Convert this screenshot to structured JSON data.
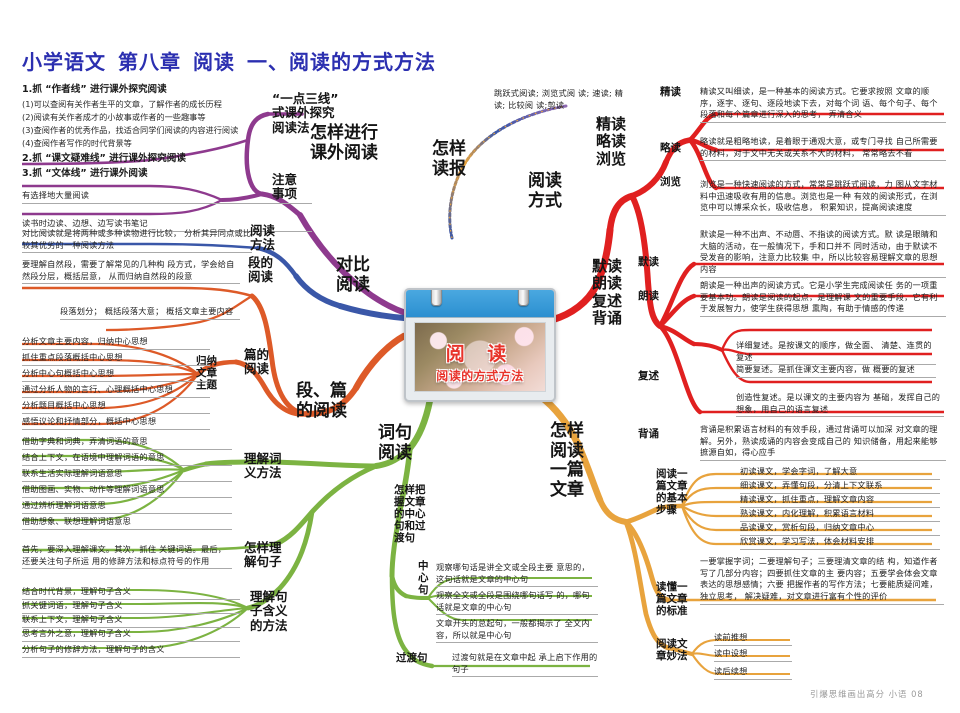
{
  "header": {
    "segments": [
      "小学语文",
      "第八章",
      "阅读",
      "一、阅读的方式方法"
    ],
    "color": "#2b2fb0"
  },
  "footer": {
    "text": "引爆思维画出高分   小语   08"
  },
  "center": {
    "title": "阅 读",
    "subtitle": "阅读的方式方法",
    "image_name": "cherry-blossom-calendar-card"
  },
  "palette": {
    "purple": "#8e3a8e",
    "blue": "#3a57a8",
    "orange_red": "#dd5a28",
    "green": "#7cb342",
    "red": "#e02020",
    "amber": "#e8a33d",
    "title_blue": "#2b2fb0",
    "gray": "#b0b0b0"
  },
  "outline": {
    "lines": [
      {
        "level": 1,
        "text": "1.抓 “作者线” 进行课外探究阅读"
      },
      {
        "level": 2,
        "text": "(1)可以查阅有关作者生平的文章，了解作者的成长历程"
      },
      {
        "level": 2,
        "text": "(2)阅读有关作者成才的小故事或作者的一些趣事等"
      },
      {
        "level": 2,
        "text": "(3)查阅作者的优秀作品，找适合同学们阅读的内容进行阅读"
      },
      {
        "level": 2,
        "text": "(4)查阅作者写作的时代背景等"
      },
      {
        "level": 1,
        "text": "2.抓 “课文疑难线” 进行课外探究阅读"
      },
      {
        "level": 1,
        "text": "3.抓 “文体线” 进行课外阅读"
      }
    ]
  },
  "branches": {
    "extracurricular": {
      "label": "怎样进行\n课外阅读",
      "color": "#8e3a8e",
      "children": [
        {
          "label": "“一点三线”\n式课外探究\n阅读法",
          "leaves": []
        },
        {
          "label": "注意\n事项",
          "leaves": [
            "有选择地大量阅读",
            "读书时边读、边想、边写读书笔记"
          ]
        }
      ]
    },
    "newspaper": {
      "label": "怎样\n读报",
      "color": "#4a5fa8",
      "leaves": [
        "跳跃式阅读; 浏览式阅\n读; 速读; 精读; 比较阅\n读;剪读"
      ]
    },
    "compare": {
      "label": "对比\n阅读",
      "color": "#3a57a8",
      "children": [
        {
          "label": "阅读\n方法",
          "leaves": [
            "对比阅读就是将两种或多种读物进行比较，\n分析其异同点或比较其优劣的一种阅读方法"
          ]
        }
      ]
    },
    "paragraph_essay": {
      "label": "段、篇\n的阅读",
      "color": "#dd5a28",
      "children": [
        {
          "label": "段的\n阅读",
          "leaves": [
            "要理解自然段，需要了解常见的几种构\n段方式，学会给自然段分层，概括层意，\n从而归纳自然段的段意",
            "段落划分；  概括段落大意；\n概括文章主要内容"
          ]
        },
        {
          "label": "篇的\n阅读",
          "children": [
            {
              "label": "归纳\n文章\n主题",
              "leaves": [
                "分析文章主要内容，归纳中心思想",
                "抓住重点段落概括中心思想",
                "分析中心句概括中心思想",
                "通过分析人物的言行、心理概括中心思想",
                "分析题目概括中心思想",
                "感悟议论和抒情部分，概括中心思想"
              ]
            }
          ]
        }
      ]
    },
    "word_sentence": {
      "label": "词句\n阅读",
      "color": "#7cb342",
      "children": [
        {
          "label": "理解词\n义方法",
          "leaves": [
            "借助字典和词典，弄清词语的意思",
            "结合上下文，在语境中理解词语的意思",
            "联系生活实际理解词语意思",
            "借助图画、实物、动作等理解词语意思",
            "通过辨析理解词语意思",
            "借助想象、联想理解词语意思"
          ]
        },
        {
          "label": "怎样理\n解句子",
          "leaves": [
            "首先，要深入理解课文。其次，抓住\n关键词语。最后，还要关注句子所运\n用的修辞方法和标点符号的作用"
          ]
        },
        {
          "label": "理解句\n子含义\n的方法",
          "leaves": [
            "结合时代背景，理解句子含义",
            "抓关键词语，理解句子含义",
            "联系上下文，理解句子含义",
            "思考言外之意，理解句子含义",
            "分析句子的修辞方法，理解句子的含义"
          ]
        },
        {
          "label": "怎样把\n握文章\n的中心\n句和过\n渡句",
          "children": [
            {
              "label": "中\n心\n句",
              "leaves": [
                "观察哪句话是讲全文或全段主要\n意思的，这句话就是文章的中心句",
                "观察全文或全段是围绕哪句话写\n的，哪句话就是文章的中心句",
                "文章开头的总起句，一般都揭示了\n全文内容，所以就是中心句"
              ]
            },
            {
              "label": "过渡句",
              "leaves": [
                "过渡句就是在文章中起\n承上启下作用的句子"
              ]
            }
          ]
        }
      ]
    },
    "reading_modes": {
      "label": "阅读\n方式",
      "color": "#e02020",
      "children": [
        {
          "label": "精读\n略读\n浏览",
          "children": [
            {
              "label": "精读",
              "leaves": [
                "精读又叫细读，是一种基本的阅读方式。它要求按照\n文章的顺序，逐字、逐句、逐段地读下去，对每个词\n语、每个句子、每个段落和每个篇章进行深入的思考，\n弄清含义"
              ]
            },
            {
              "label": "略读",
              "leaves": [
                "略读就是粗略地读，是着眼于通观大意，或专门寻找\n自己所需要的材料，对于文中无关或关系不大的材料，\n常常略去不看"
              ]
            },
            {
              "label": "浏览",
              "leaves": [
                "浏览是一种快速阅读的方式，常常是跳跃式阅读，力\n图从文字材料中迅速吸收有用的信息。浏览也是一种\n有效的阅读形式，在浏览中可以博采众长，吸收信息，\n积累知识，提高阅读速度"
              ]
            }
          ]
        },
        {
          "label": "默读\n朗读\n复述\n背诵",
          "children": [
            {
              "label": "默读",
              "leaves": [
                "默读是一种不出声、不动唇、不指读的阅读方式。默\n读是眼睛和大脑的活动，在一般情况下，手和口并不\n同时活动，由于默读不受发音的影响，注意力比较集\n中，所以比较容易理解文章的思想内容"
              ]
            },
            {
              "label": "朗读",
              "leaves": [
                "朗读是一种出声的阅读方式。它是小学生完成阅读任\n务的一项重要基本功。朗读是阅读的起点，是理解课\n文的重要手段，它有利于发展智力，使学生获得思想\n熏陶，有助于情感的传递"
              ]
            },
            {
              "label": "复述",
              "leaves": [
                "详细复述。是按课文的顺序，做全面、\n清楚、连贯的复述",
                "简要复述。是抓住课文主要内容，做\n概要的复述",
                "创造性复述。是以课文的主要内容为\n基础，发挥自己的想象，用自己的语言复述"
              ]
            },
            {
              "label": "背诵",
              "leaves": [
                "背诵是积累语言材料的有效手段，通过背诵可以加深\n对文章的理解。另外，熟读成诵的内容会变成自己的\n知识储备，用起来能够摭源自如，得心应手"
              ]
            }
          ]
        }
      ]
    },
    "read_one_article": {
      "label": "怎样\n阅读\n一篇\n文章",
      "color": "#e8a33d",
      "children": [
        {
          "label": "阅读一\n篇文章\n的基本\n步骤",
          "leaves": [
            "初读课文，学会字词，了解大意",
            "细读课文，弄懂句段，分清上下文联系",
            "精读课文，抓住重点，理解文章内容",
            "熟读课文，内化理解，积累语言材料",
            "品读课文，赏析句段，归纳文章中心",
            "欣赏课文，学习写法，体会材料安排"
          ]
        },
        {
          "label": "读懂一\n篇文章\n的标准",
          "leaves": [
            "一要掌握字词；二要理解句子；三要理清文章的结\n构，知道作者写了几部分内容；四要抓住文章的主\n要内容；五要学会体会文章表达的思想感情；六要\n把握作者的写作方法；七要能质疑问难，独立思考，\n解决疑难，对文章进行富有个性的评价"
          ]
        },
        {
          "label": "阅读文\n章妙法",
          "leaves": [
            "读前推想",
            "读中设想",
            "读后续想"
          ]
        }
      ]
    }
  }
}
